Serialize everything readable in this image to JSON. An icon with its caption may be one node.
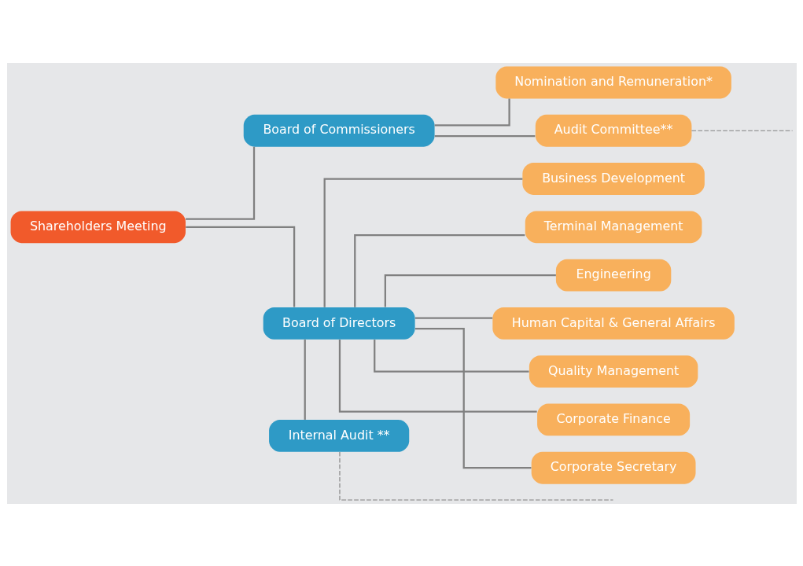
{
  "diagram": {
    "nodes": [
      {
        "text": [
          "Shareholders Meeting"
        ]
      },
      {
        "text": [
          "Board of Commissioners"
        ]
      },
      {
        "text": [
          "Nomination and Remuneration*"
        ]
      },
      {
        "text": [
          "Audit Committee**"
        ]
      },
      {
        "text": [
          "Board of Directors"
        ]
      },
      {
        "text": [
          "Business Development"
        ]
      },
      {
        "text": [
          "Terminal Management"
        ]
      },
      {
        "text": [
          "Engineering"
        ]
      },
      {
        "text": [
          "Human Capital & General Affairs"
        ]
      },
      {
        "text": [
          "Quality Management"
        ]
      },
      {
        "text": [
          "Corporate Finance"
        ]
      },
      {
        "text": [
          "Corporate Secretary"
        ]
      },
      {
        "text": [
          "Internal Audit **"
        ]
      }
    ],
    "edges": [
      {
        "from": 0,
        "to": 1,
        "arrow": "none"
      },
      {
        "from": 0,
        "to": 4,
        "arrow": "none"
      },
      {
        "from": 1,
        "to": 2,
        "arrow": "none"
      },
      {
        "from": 1,
        "to": 3,
        "arrow": "none"
      },
      {
        "from": 3,
        "to": null,
        "arrow": "none",
        "style": "dashed"
      },
      {
        "from": 4,
        "to": 5,
        "arrow": "none"
      },
      {
        "from": 4,
        "to": 6,
        "arrow": "none"
      },
      {
        "from": 4,
        "to": 7,
        "arrow": "none"
      },
      {
        "from": 4,
        "to": 8,
        "arrow": "none"
      },
      {
        "from": 4,
        "to": 9,
        "arrow": "none"
      },
      {
        "from": 4,
        "to": 10,
        "arrow": "none"
      },
      {
        "from": 4,
        "to": 11,
        "arrow": "none"
      },
      {
        "from": 4,
        "to": 12,
        "arrow": "none"
      },
      {
        "from": 12,
        "to": null,
        "arrow": "none",
        "style": "dashed"
      }
    ]
  }
}
